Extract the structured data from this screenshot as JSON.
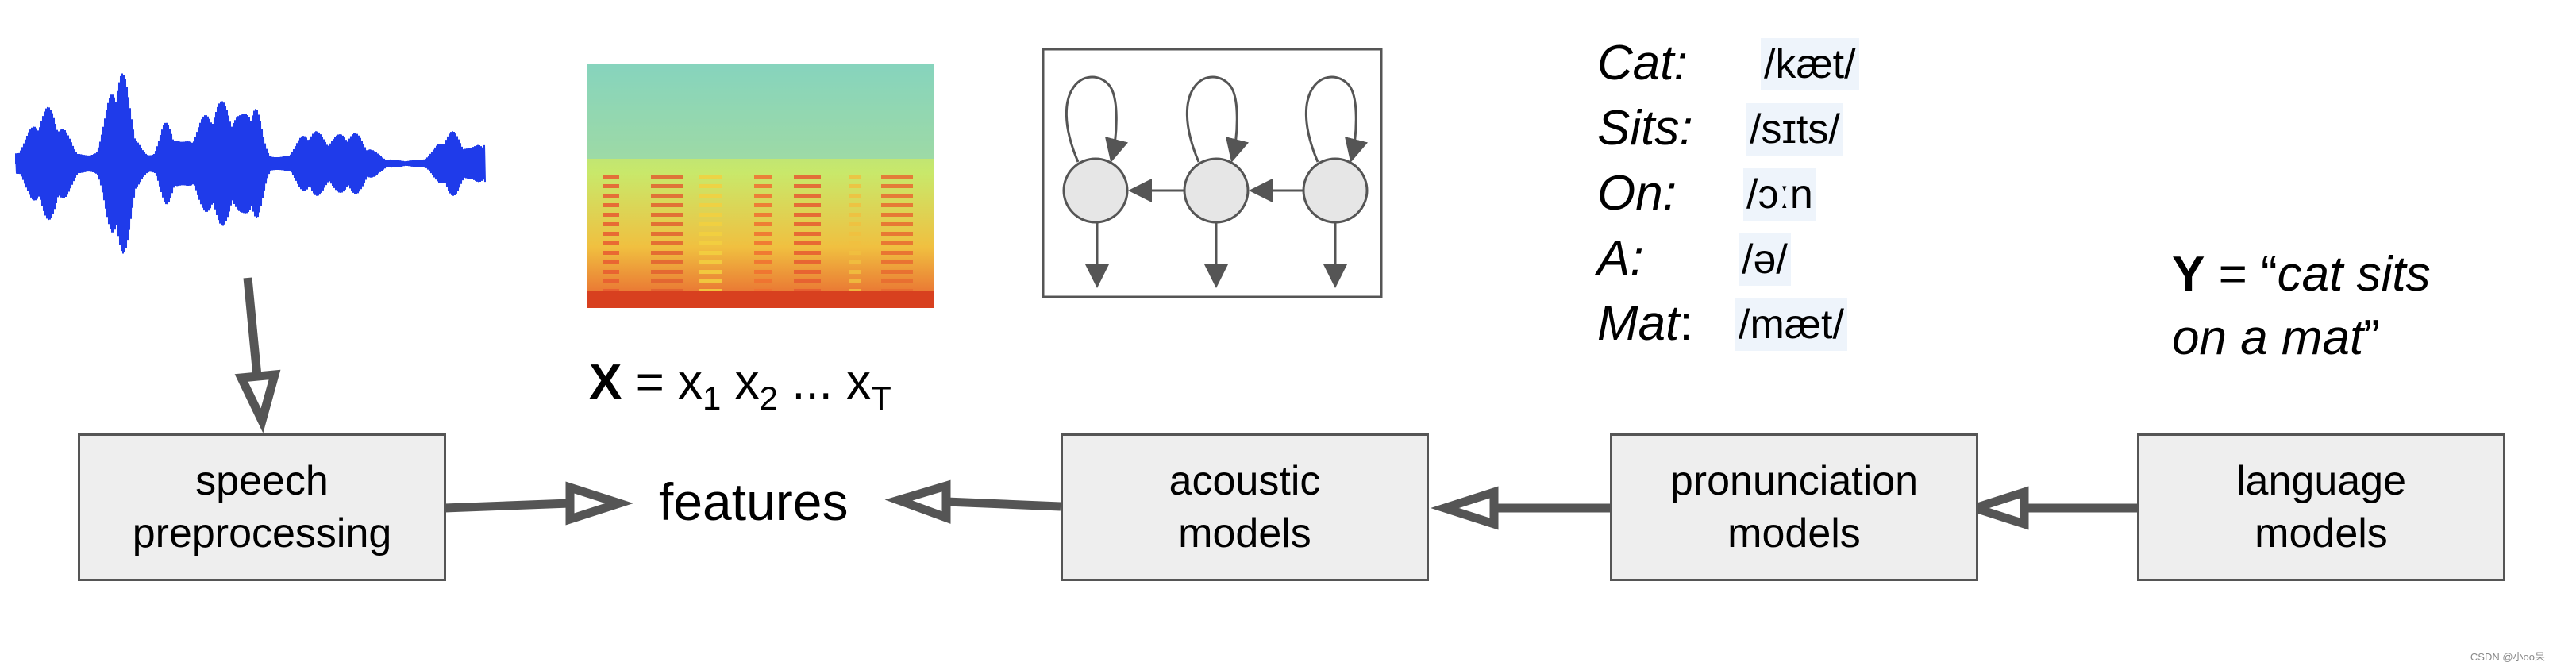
{
  "x_equation": {
    "symbol": "X",
    "equals": " = ",
    "terms": [
      {
        "base": "x",
        "sub": "1"
      },
      {
        "base": "x",
        "sub": "2"
      },
      {
        "base": "x",
        "sub": "T"
      }
    ],
    "ellipsis": "..."
  },
  "features_label": "features",
  "boxes": {
    "speech_preprocessing": [
      "speech",
      "preprocessing"
    ],
    "acoustic_models": [
      "acoustic",
      "models"
    ],
    "pronunciation_models": [
      "pronunciation",
      "models"
    ],
    "language_models": [
      "language",
      "models"
    ]
  },
  "pronunciations": [
    {
      "word": "Cat:",
      "ipa": "/kæt/"
    },
    {
      "word": "Sits:",
      "ipa": "/sɪts/"
    },
    {
      "word": "On:",
      "ipa": "/ɔːn"
    },
    {
      "word": "A:",
      "ipa": "/ə/"
    },
    {
      "word": "Mat",
      "colon": ":",
      "ipa": "/mæt/"
    }
  ],
  "y_equation": {
    "symbol": "Y",
    "equals": " = “",
    "line1": "cat sits",
    "line2": "on a mat",
    "close_quote": "”"
  },
  "watermark": "CSDN @小oo呆",
  "colors": {
    "waveform": "#1f3bea",
    "box_fill": "#eeeeee",
    "box_border": "#555555",
    "arrow": "#555555",
    "hmm_state": "#e6e6e6"
  }
}
